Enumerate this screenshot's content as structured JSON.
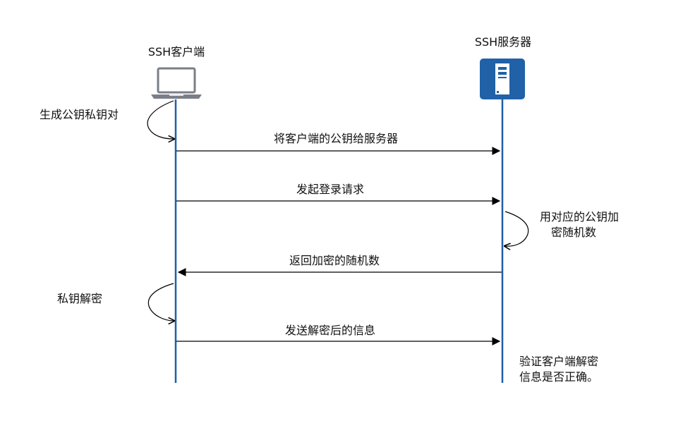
{
  "participants": {
    "client": {
      "title": "SSH客户端",
      "icon": "laptop-icon"
    },
    "server": {
      "title": "SSH服务器",
      "icon": "server-icon"
    }
  },
  "messages": {
    "send_pubkey": "将客户端的公钥给服务器",
    "login_request": "发起登录请求",
    "return_random": "返回加密的随机数",
    "send_decrypted": "发送解密后的信息"
  },
  "self_actions": {
    "generate_keys": "生成公钥私钥对",
    "encrypt_random_line1": "用对应的公钥加",
    "encrypt_random_line2": "密随机数",
    "private_decrypt": "私钥解密",
    "verify_line1": "验证客户端解密",
    "verify_line2": "信息是否正确。"
  },
  "colors": {
    "lifeline": "#1f5fa8",
    "arrow": "#000000",
    "server_box": "#2061a8",
    "laptop_frame": "#7a7f87"
  }
}
